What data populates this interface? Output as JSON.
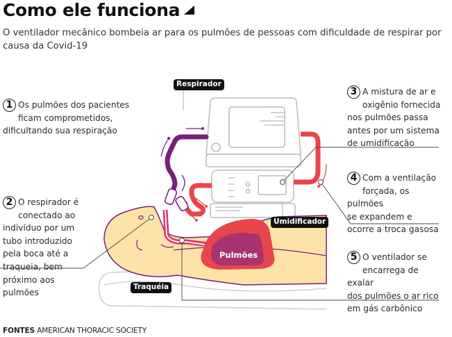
{
  "header": {
    "title": "Como ele funciona",
    "subtitle": "O ventilador mecânico bombeia ar para os pulmões de pessoas com dificuldade de respirar por causa da Covid-19"
  },
  "steps": [
    {
      "number": "1",
      "line1": "Os pulmões dos pacientes",
      "line2": "ficam comprometidos,",
      "rest": "dificultando sua respiração"
    },
    {
      "number": "2",
      "line1": "O respirador é",
      "line2": "conectado ao",
      "rest": "indivíduo por um tubo introduzido pela boca até a traqueia, bem próximo aos pulmões"
    },
    {
      "number": "3",
      "line1": "A mistura de ar e",
      "line2": "oxigênio fornecida",
      "rest": "nos pulmões passa antes por um sistema de umidificação"
    },
    {
      "number": "4",
      "line1": "Com a ventilação",
      "line2": "forçada, os pulmões",
      "rest": "se expandem e ocorre a troca gasosa"
    },
    {
      "number": "5",
      "line1": "O ventilador se",
      "line2": "encarrega de exalar",
      "rest": "dos pulmões o ar rico em gás carbônico"
    }
  ],
  "labels": {
    "respirador": "Respirador",
    "umidificador": "Umidificador",
    "pulmoes": "Pulmões",
    "traqueia": "Traquéia"
  },
  "source": {
    "prefix": "FONTES",
    "text": "AMERICAN THORACIC SOCIETY"
  },
  "colors": {
    "purple": "#7a1f7e",
    "red": "#e8464c",
    "skin": "#fde3a7",
    "lung_inner": "#a8336e",
    "device_gray": "#c8c8c8"
  }
}
